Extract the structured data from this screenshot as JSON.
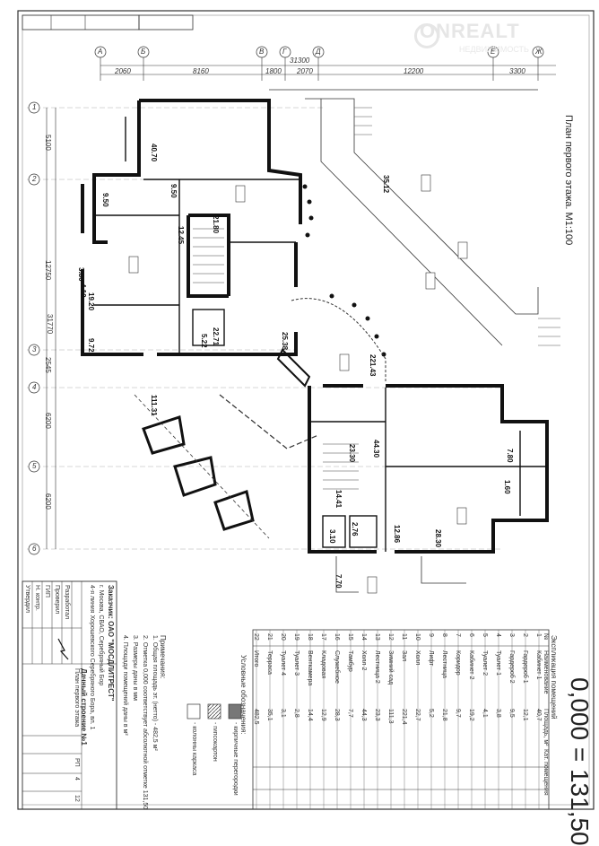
{
  "watermark": {
    "name": "ONREALT",
    "tagline": "НЕДВИЖИМОСТЬ"
  },
  "drawing": {
    "plan_title": "План первого этажа. М1:100",
    "elevation_label": "0,000 = 131,50",
    "explication_title": "Экспликация помещений",
    "total_dimension": "31300",
    "total_dimension_vertical": "31770",
    "axis_letters": [
      "А",
      "Б",
      "В",
      "Г",
      "Д",
      "Е",
      "Ж"
    ],
    "axis_numbers": [
      "1",
      "2",
      "3",
      "4",
      "5",
      "6"
    ],
    "top_dimensions": [
      "2060",
      "8160",
      "1800",
      "2070",
      "12200",
      "3300"
    ],
    "left_dimensions": [
      "5100",
      "12750",
      "2545",
      "6200",
      "6200"
    ],
    "room_areas": [
      "40.70",
      "9.50",
      "9.50",
      "21.80",
      "12.45",
      "3.80",
      "4.10",
      "19.20",
      "9.72",
      "5.22",
      "22.71",
      "25.38",
      "221.43",
      "35.12",
      "111.31",
      "23.30",
      "44.30",
      "14.41",
      "2.76",
      "3.10",
      "7.70",
      "28.30",
      "12.86",
      "7.80",
      "1.60"
    ]
  },
  "explication": {
    "columns": [
      "№",
      "Наименование",
      "Площадь, м²",
      "Кат. помещения"
    ],
    "rows": [
      [
        "1",
        "Кабинет 1",
        "40,7"
      ],
      [
        "2",
        "Гардероб 1",
        "12,1"
      ],
      [
        "3",
        "Гардероб 2",
        "9,5"
      ],
      [
        "4",
        "Туалет 1",
        "3,8"
      ],
      [
        "5",
        "Туалет 2",
        "4,1"
      ],
      [
        "6",
        "Кабинет 2",
        "19,2"
      ],
      [
        "7",
        "Коридор",
        "9,7"
      ],
      [
        "8",
        "Лестница",
        "21,8"
      ],
      [
        "9",
        "Лифт",
        "5,2"
      ],
      [
        "10",
        "Холл",
        "22,7"
      ],
      [
        "11",
        "Зал",
        "221,4"
      ],
      [
        "12",
        "Зимний сад",
        "111,3"
      ],
      [
        "13",
        "Лестница 2",
        "23,3"
      ],
      [
        "14",
        "Холл 2",
        "44,3"
      ],
      [
        "15",
        "Тамбур",
        "7,7"
      ],
      [
        "16",
        "Служебное",
        "28,3"
      ],
      [
        "17",
        "Кладовая",
        "12,9"
      ],
      [
        "18",
        "Венткамера",
        "14,4"
      ],
      [
        "19",
        "Туалет 3",
        "2,8"
      ],
      [
        "20",
        "Туалет 4",
        "3,1"
      ],
      [
        "21",
        "Терраса",
        "35,1"
      ],
      [
        "22",
        "Итого",
        "482,5"
      ]
    ]
  },
  "notes": {
    "heading": "Условные обозначения:",
    "legend": [
      "- кирпичные перегородки",
      "- гипсокартон",
      "- колонны каркаса"
    ],
    "remarks_heading": "Примечания:",
    "remarks": [
      "1. Общая площадь эт. (нетто) - 482,5 м²",
      "2. Отметка 0,000 соответствует абсолютной отметке 131,50",
      "3. Размеры даны в мм",
      "4. Площади помещений даны в м²"
    ]
  },
  "title_block": {
    "customer": "Заказчик: ОАО \"МОСДЛИТРЕСТ\"",
    "address": "г. Москва, СВАО, Серебряный Бор",
    "object": "4-я линия Хорошевского Серебряного Бора, вл. 1",
    "sheet_name": "План первого этажа",
    "stage": "РП",
    "sheet": "4",
    "sheets": "12",
    "project": "Дачный строение №1",
    "roles": [
      "Разработал",
      "Проверил",
      "ГИП",
      "Н. контр.",
      "Утвердил"
    ]
  }
}
